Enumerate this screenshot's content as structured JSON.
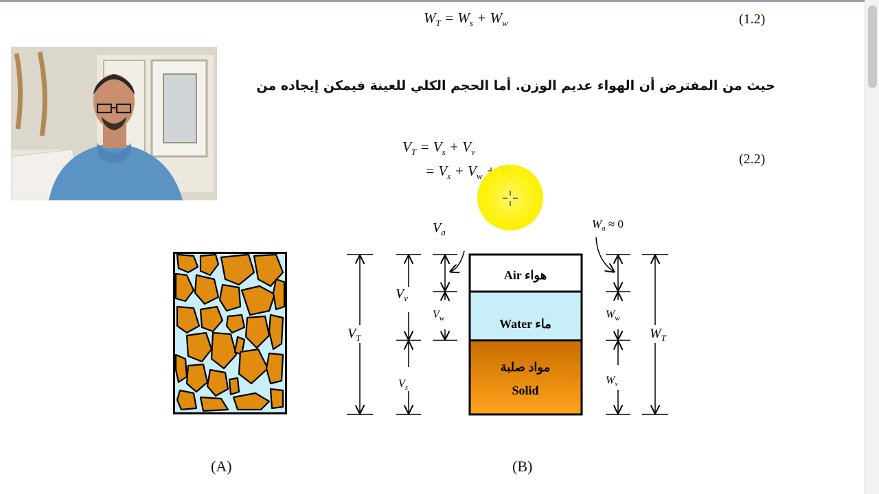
{
  "equation_1": {
    "lhs": "W",
    "lhs_sub": "T",
    "t1": "W",
    "t1_sub": "s",
    "t2": "W",
    "t2_sub": "w",
    "number": "(1.2)"
  },
  "arabic_line": "حيث من المفترض أن الهواء عديم الوزن. أما الحجم الكلي للعينة فيمكن إيجاده من",
  "equation_2": {
    "row1": {
      "lhs": "V",
      "lhs_sub": "T",
      "t1": "V",
      "t1_sub": "s",
      "t2": "V",
      "t2_sub": "v"
    },
    "row2": {
      "t1": "V",
      "t1_sub": "s",
      "t2": "V",
      "t2_sub": "w",
      "t3": "V",
      "t3_sub": "a"
    },
    "number": "(2.2)"
  },
  "figure": {
    "label_a": "(A)",
    "label_b": "(B)",
    "air_label": "Air",
    "air_label_ar": "هواء",
    "water_label": "Water",
    "water_label_ar": "ماء",
    "solid_label_ar": "مواد صلبة",
    "solid_label": "Solid",
    "va": "V",
    "va_sub": "a",
    "vv": "V",
    "vv_sub": "v",
    "vw": "V",
    "vw_sub": "w",
    "vt": "V",
    "vt_sub": "T",
    "vs": "V",
    "vs_sub": "s",
    "wa": "W",
    "wa_sub": "a",
    "wa_rel": "≈ 0",
    "ww": "W",
    "ww_sub": "w",
    "ws": "W",
    "ws_sub": "s",
    "wt": "W",
    "wt_sub": "T"
  },
  "colors": {
    "water": "#c8eef7",
    "soil_grain": "#e08c10",
    "solid_top": "#c86c00",
    "solid_bottom": "#ffa51c",
    "highlight": "#fff200"
  }
}
